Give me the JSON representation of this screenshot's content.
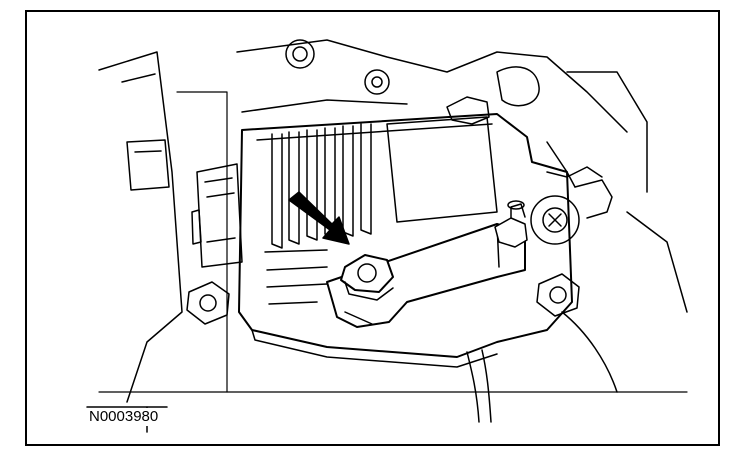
{
  "figure": {
    "caption_id": "N0003980",
    "subject": "transmission-control-module-with-manual-lever-and-nut",
    "pointer": "black-arrow-at-manual-lever-nut"
  },
  "colors": {
    "line": "#000000",
    "background": "#ffffff"
  }
}
